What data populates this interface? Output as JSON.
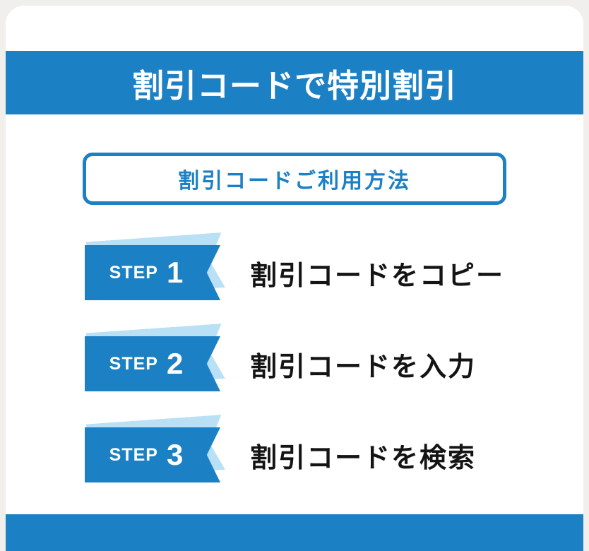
{
  "header": {
    "title": "割引コードで特別割引"
  },
  "usage_box": {
    "title": "割引コードご利用方法"
  },
  "steps": [
    {
      "label": "STEP",
      "number": "1",
      "description": "割引コードをコピー"
    },
    {
      "label": "STEP",
      "number": "2",
      "description": "割引コードを入力"
    },
    {
      "label": "STEP",
      "number": "3",
      "description": "割引コードを検索"
    }
  ],
  "colors": {
    "primary_blue": "#1b80c4",
    "accent_light_blue": "#b9e0f5",
    "text_black": "#141414",
    "page_background": "#f0efec",
    "card_background": "#ffffff"
  }
}
